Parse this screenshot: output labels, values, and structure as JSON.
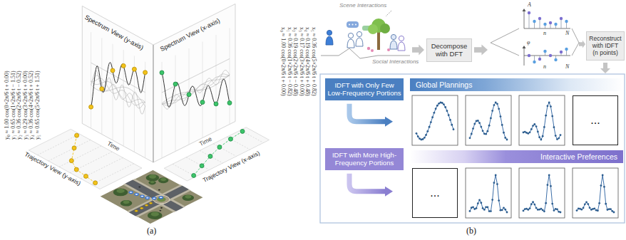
{
  "diagram": {
    "nodes": [
      {
        "text": [
          "Decompose with DFT"
        ]
      },
      {
        "text": [
          "Reconstruct with IDFT (n points)"
        ]
      },
      {
        "text": [
          "IDFT with Only Few Low-Frequency Portions"
        ]
      },
      {
        "text": [
          "Global Plannings"
        ]
      },
      {
        "text": [
          "..."
        ]
      },
      {
        "text": [
          "IDFT with More High-Frequency Portions"
        ]
      },
      {
        "text": [
          "Interactive Preferences"
        ]
      },
      {
        "text": [
          "..."
        ]
      }
    ],
    "labels": [
      "Spectrum View (y-axis)",
      "Spectrum View (x-axis)",
      "y₀ ≈ 1.00 cos(0×2π/6 t + 0.00)",
      "y₁ ≈ 0.65 cos(1×2π/6 t − 1.51)",
      "y₂ ≈ 0.36 cos(2×2π/6 t − 0.52)",
      "y₃ ≈ 0.29 cos(3×2π/6 t + 0.00)",
      "y₄ ≈ 0.36 cos(4×2π/6 t + 0.52)",
      "y₅ ≈ 0.65 cos(5×2π/6 t + 1.51)",
      "x₀ ≈ 1.00 cos(0×2π/6 t + 0.00)",
      "x₁ ≈ 0.36 cos(1×2π/6 t − 0.82)",
      "x₂ ≈ 0.19 cos(2×2π/6 t − 0.48)",
      "x₃ ≈ 0.17 cos(3×2π/6 t + 0.00)",
      "x₄ ≈ 0.19 cos(4×2π/6 t + 0.48)",
      "x₅ ≈ 0.36 cos(5×2π/6 t + 0.82)",
      "Time",
      "Time",
      "Trajectory View (y-axis)",
      "Trajectory View (x-axis)",
      "(a)",
      "Scene Interactions",
      "Social Interactions",
      "A",
      "n",
      "N",
      "φ",
      "n",
      "N",
      "(b)"
    ]
  }
}
